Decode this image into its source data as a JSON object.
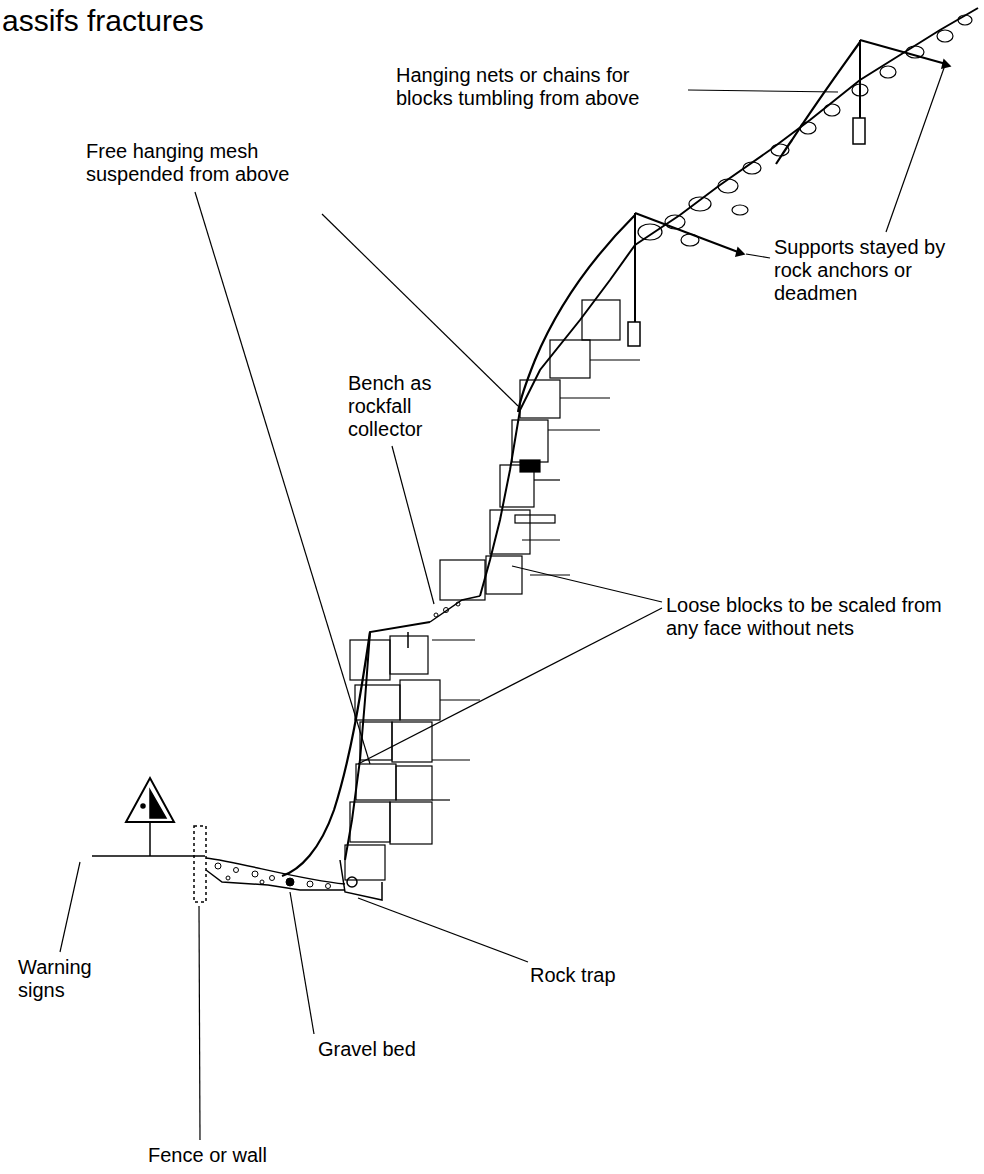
{
  "diagram": {
    "title": "assifs fractures",
    "labels": [
      "Hanging nets or chains for blocks tumbling from above",
      "Free hanging mesh suspended from above",
      "Supports stayed by rock anchors or deadmen",
      "Bench as rockfall collector",
      "Loose blocks to be scaled from any face without nets",
      "Warning signs",
      "Rock trap",
      "Gravel bed",
      "Fence or wall"
    ]
  }
}
